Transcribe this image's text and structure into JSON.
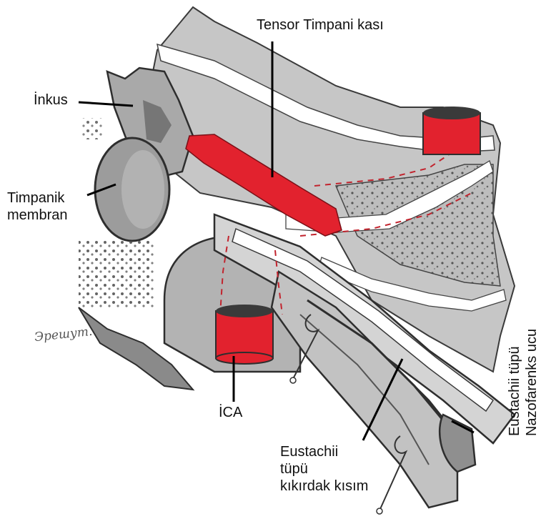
{
  "labels": {
    "tensor_tympani": "Tensor Timpani kası",
    "incus": "İnkus",
    "tympanic_membrane_line1": "Timpanik",
    "tympanic_membrane_line2": "membran",
    "ica": "İCA",
    "eustachian_cartilage_line1": "Eustachii",
    "eustachian_cartilage_line2": "tüpü",
    "eustachian_cartilage_line3": "kıkırdak kısım",
    "nasopharyngeal_end_line1": "Eustachii tüpü",
    "nasopharyngeal_end_line2": "Nazofarenks ucu"
  },
  "signature": "Эрешут.",
  "colors": {
    "muscle_red": "#e2222e",
    "bone_gray": "#b9b9b9",
    "dark_stroke": "#2e2e2e",
    "paper": "#ffffff"
  }
}
